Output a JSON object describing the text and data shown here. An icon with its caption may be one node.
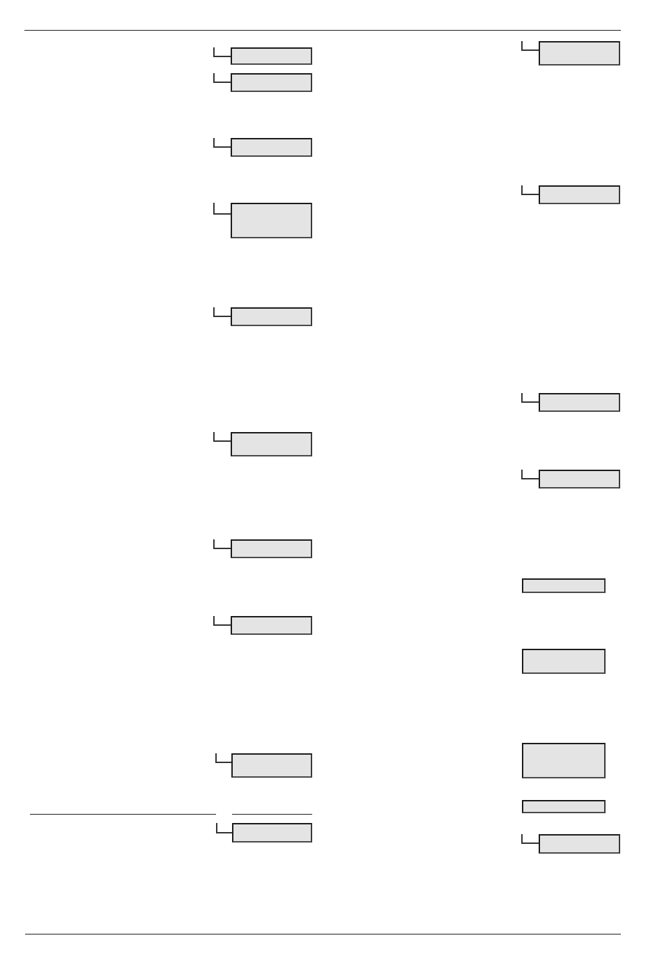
{
  "diagram": {
    "nodes": [
      {
        "text": [],
        "shape": "box"
      },
      {
        "text": [],
        "shape": "box"
      },
      {
        "text": [],
        "shape": "box"
      },
      {
        "text": [],
        "shape": "box"
      },
      {
        "text": [],
        "shape": "box"
      },
      {
        "text": [],
        "shape": "box"
      },
      {
        "text": [],
        "shape": "box"
      },
      {
        "text": [],
        "shape": "box"
      },
      {
        "text": [],
        "shape": "box"
      },
      {
        "text": [],
        "shape": "box"
      },
      {
        "text": [],
        "shape": "box"
      },
      {
        "text": [],
        "shape": "box"
      },
      {
        "text": [],
        "shape": "box"
      },
      {
        "text": [],
        "shape": "box"
      },
      {
        "text": [],
        "shape": "box"
      },
      {
        "text": [],
        "shape": "box"
      },
      {
        "text": [],
        "shape": "box"
      },
      {
        "text": [],
        "shape": "box"
      },
      {
        "text": [],
        "shape": "box"
      }
    ],
    "edges": [
      {
        "from": null,
        "to": 0,
        "arrow": "none"
      },
      {
        "from": null,
        "to": 1,
        "arrow": "none"
      },
      {
        "from": null,
        "to": 2,
        "arrow": "none"
      },
      {
        "from": null,
        "to": 3,
        "arrow": "none"
      },
      {
        "from": null,
        "to": 4,
        "arrow": "none"
      },
      {
        "from": null,
        "to": 5,
        "arrow": "none"
      },
      {
        "from": null,
        "to": 6,
        "arrow": "none"
      },
      {
        "from": null,
        "to": 7,
        "arrow": "none"
      },
      {
        "from": null,
        "to": 8,
        "arrow": "none"
      },
      {
        "from": null,
        "to": 9,
        "arrow": "none"
      },
      {
        "from": null,
        "to": 10,
        "arrow": "none"
      },
      {
        "from": null,
        "to": 11,
        "arrow": "none"
      },
      {
        "from": null,
        "to": 12,
        "arrow": "none"
      },
      {
        "from": null,
        "to": 13,
        "arrow": "none"
      },
      {
        "from": null,
        "to": 18,
        "arrow": "none"
      }
    ]
  }
}
